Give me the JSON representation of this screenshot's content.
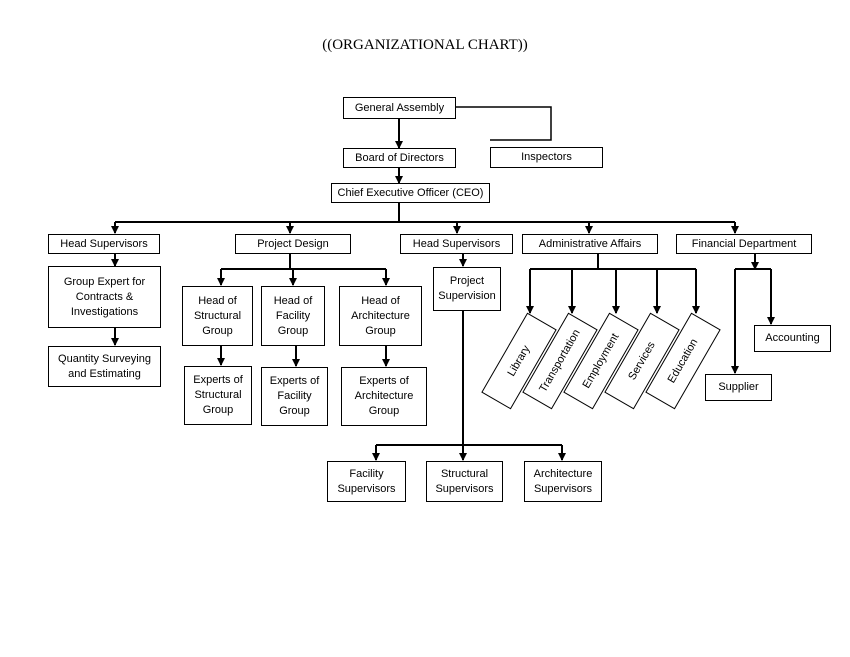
{
  "title": "((ORGANIZATIONAL CHART))",
  "nodes": {
    "general_assembly": "General Assembly",
    "board_of_directors": "Board of Directors",
    "inspectors": "Inspectors",
    "ceo": "Chief Executive Officer (CEO)",
    "head_supervisors_1": "Head Supervisors",
    "project_design": "Project Design",
    "head_supervisors_2": "Head Supervisors",
    "administrative_affairs": "Administrative Affairs",
    "financial_department": "Financial Department",
    "group_expert": "Group Expert for Contracts & Investigations",
    "quantity_surveying": "Quantity Surveying and Estimating",
    "head_structural": "Head of Structural Group",
    "head_facility": "Head of Facility Group",
    "head_architecture": "Head of Architecture Group",
    "experts_structural": "Experts of Structural Group",
    "experts_facility": "Experts of Facility Group",
    "experts_architecture": "Experts of Architecture Group",
    "project_supervision": "Project Supervision",
    "facility_supervisors": "Facility Supervisors",
    "structural_supervisors": "Structural Supervisors",
    "architecture_supervisors": "Architecture Supervisors",
    "library": "Library",
    "transportation": "Transportation",
    "employment": "Employment",
    "services": "Services",
    "education": "Education",
    "accounting": "Accounting",
    "supplier": "Supplier"
  }
}
